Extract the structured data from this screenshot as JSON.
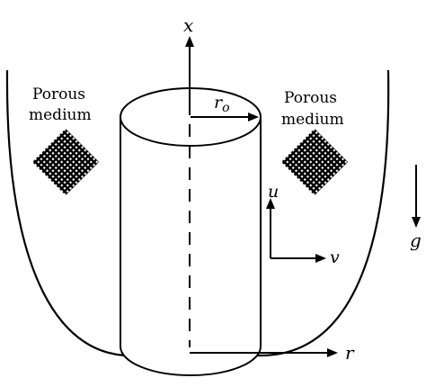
{
  "diagram": {
    "labels": {
      "x_axis": "x",
      "r_axis": "r",
      "radius_main": "r",
      "radius_sub": "o",
      "velocity_u": "u",
      "velocity_v": "v",
      "gravity": "g",
      "porous_left_line1": "Porous",
      "porous_left_line2": "medium",
      "porous_right_line1": "Porous",
      "porous_right_line2": "medium"
    },
    "colors": {
      "stroke": "#000000",
      "background": "#ffffff"
    }
  }
}
